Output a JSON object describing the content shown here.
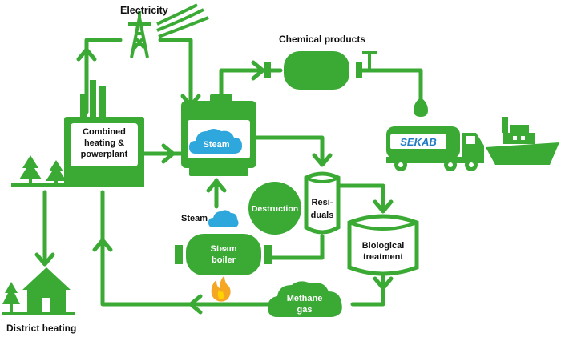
{
  "diagram": {
    "colors": {
      "primary_green": "#3aaa35",
      "steam_blue": "#2ea8dc",
      "flame_orange": "#f5a623",
      "flame_yellow": "#ffd200",
      "sekab_blue": "#1f7bc4",
      "text": "#111111",
      "background": "#ffffff"
    },
    "labels": {
      "electricity": "Electricity",
      "chemical_products": "Chemical products",
      "chp_line1": "Combined",
      "chp_line2": "heating &",
      "chp_line3": "powerplant",
      "steam_tank": "Steam",
      "steam_small": "Steam",
      "destruction": "Destruction",
      "residuals_line1": "Resi-",
      "residuals_line2": "duals",
      "steam_boiler_line1": "Steam",
      "steam_boiler_line2": "boiler",
      "biological_line1": "Biological",
      "biological_line2": "treatment",
      "methane_line1": "Methane",
      "methane_line2": "gas",
      "district_heating": "District heating",
      "truck_brand": "SEKAB"
    }
  }
}
